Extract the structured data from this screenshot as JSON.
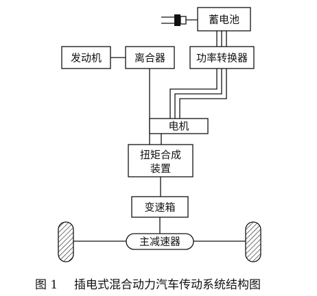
{
  "diagram": {
    "battery": "蓄电池",
    "engine": "发动机",
    "clutch": "离合器",
    "converter": "功率转换器",
    "motor": "电机",
    "torque_coupler_line1": "扭矩合成",
    "torque_coupler_line2": "装置",
    "gearbox": "变速箱",
    "final_drive": "主减速器"
  },
  "caption": {
    "number": "图 1",
    "text": "插电式混合动力汽车传动系统结构图"
  }
}
